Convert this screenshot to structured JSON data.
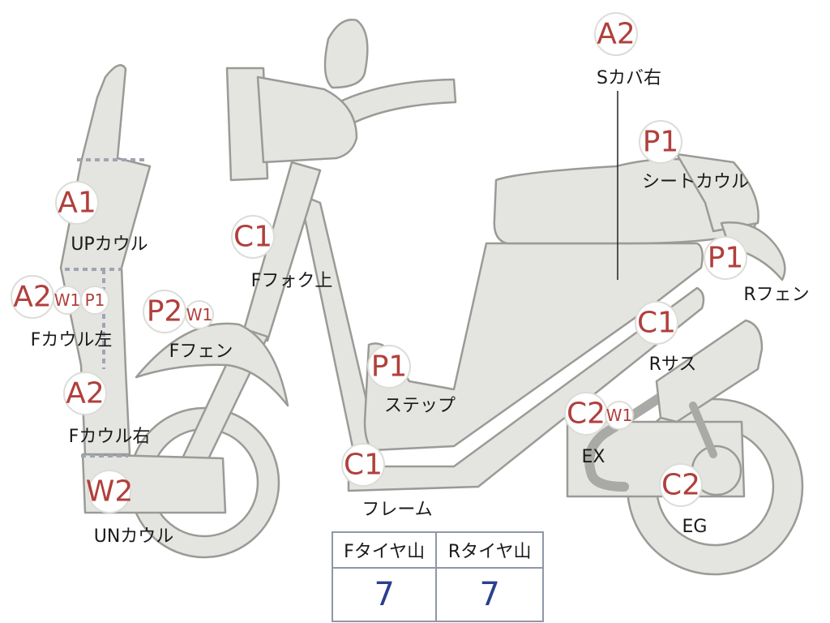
{
  "grades": {
    "a2_top": "A2",
    "p1_seat": "P1",
    "p1_rfender": "P1",
    "c1_rsus": "C1",
    "c2_ex": "C2",
    "w1_ex": "W1",
    "c2_eg": "C2",
    "c1_frame": "C1",
    "p1_step": "P1",
    "c1_ffork": "C1",
    "p2_ffender": "P2",
    "w1_ffender": "W1",
    "a1_upcowl": "A1",
    "a2_fcowl_left": "A2",
    "w1_fcowl_left": "W1",
    "p1_fcowl_left": "P1",
    "a2_fcowl_right": "A2",
    "w2_uncowl": "W2"
  },
  "labels": {
    "s_cover_right": "Sカバ右",
    "seat_cowl": "シートカウル",
    "r_fender": "Rフェン",
    "r_sus": "Rサス",
    "ex": "EX",
    "eg": "EG",
    "frame": "フレーム",
    "step": "ステップ",
    "f_fork_upper": "Fフォク上",
    "f_fender": "Fフェン",
    "up_cowl": "UPカウル",
    "f_cowl_left": "Fカウル左",
    "f_cowl_right": "Fカウル右",
    "un_cowl": "UNカウル"
  },
  "tire_table": {
    "headers": [
      "Fタイヤ山",
      "Rタイヤ山"
    ],
    "values": [
      "7",
      "7"
    ]
  }
}
